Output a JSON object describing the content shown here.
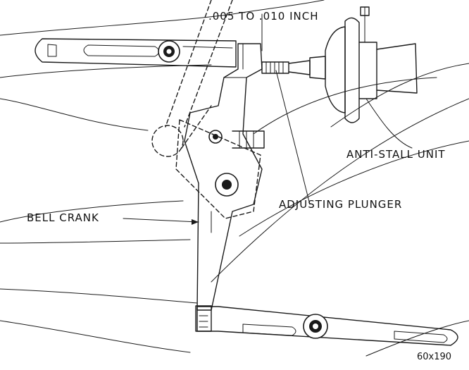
{
  "labels": {
    "clearance": ".005 TO .010 INCH",
    "anti_stall_unit": "ANTI-STALL UNIT",
    "adjusting_plunger": "ADJUSTING PLUNGER",
    "bell_crank": "BELL CRANK"
  },
  "figure_number": "60x190"
}
